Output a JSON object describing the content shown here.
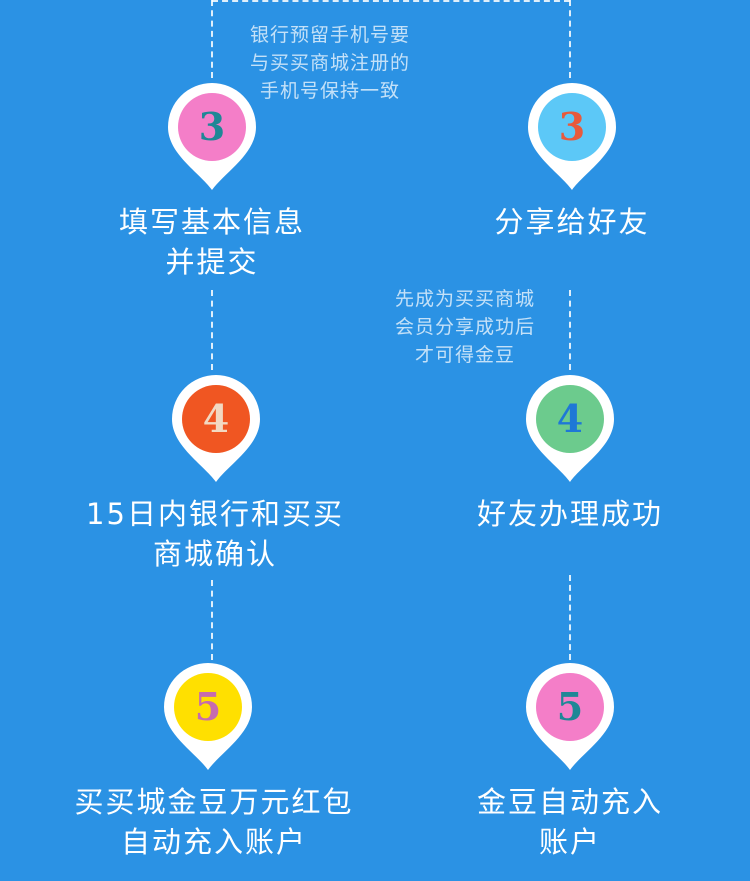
{
  "left_steps": [
    {
      "number": "3",
      "label": "填写基本信息\n并提交",
      "circle_color": "#F47EC8",
      "number_color": "#1F8796"
    },
    {
      "number": "4",
      "label": "15日内银行和买买\n商城确认",
      "circle_color": "#F05622",
      "number_color": "#F2D9C2"
    },
    {
      "number": "5",
      "label": "买买城金豆万元红包\n自动充入账户",
      "circle_color": "#FFE000",
      "number_color": "#C66BAE"
    }
  ],
  "right_steps": [
    {
      "number": "3",
      "label": "分享给好友",
      "circle_color": "#5CC8F7",
      "number_color": "#E85A3C"
    },
    {
      "number": "4",
      "label": "好友办理成功",
      "circle_color": "#6CCB8D",
      "number_color": "#1E78D6"
    },
    {
      "number": "5",
      "label": "金豆自动充入\n账户",
      "circle_color": "#F47EC8",
      "number_color": "#1F8796"
    }
  ],
  "notes": {
    "bank_phone": "银行预留手机号要\n与买买商城注册的\n手机号保持一致",
    "member_share": "先成为买买商城\n会员分享成功后\n才可得金豆"
  },
  "colors": {
    "background": "#2B92E4",
    "pin": "#FFFFFF"
  }
}
